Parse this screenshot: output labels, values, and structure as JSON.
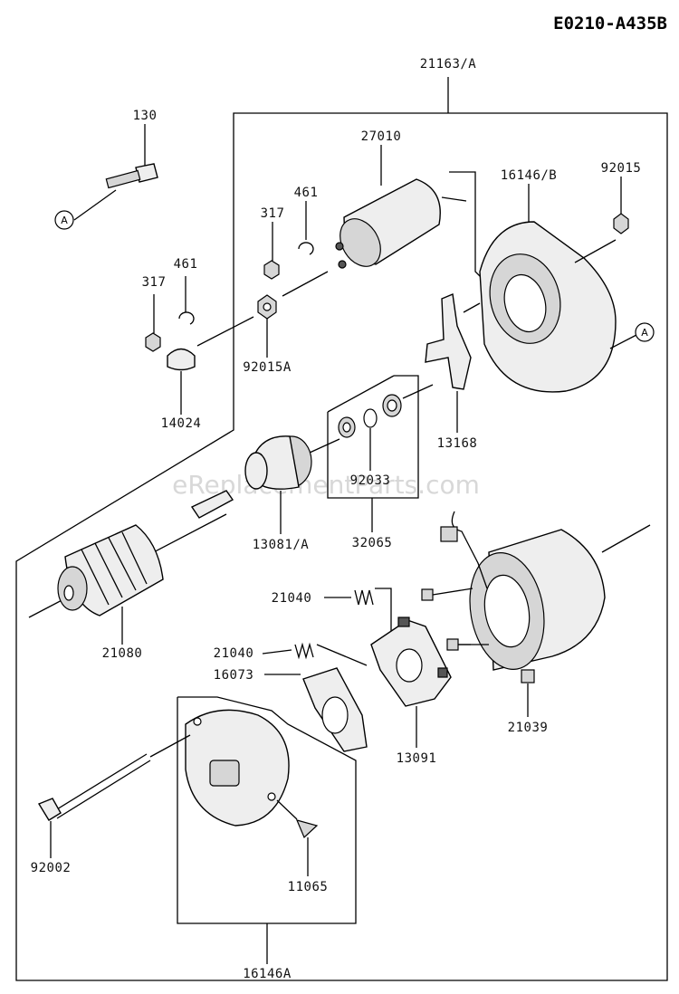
{
  "diagram_code": "E0210-A435B",
  "watermark": "eReplacementParts.com",
  "ref_marker": "A",
  "labels": {
    "p21163A": "21163/A",
    "p130": "130",
    "p27010": "27010",
    "p16146B": "16146/B",
    "p92015": "92015",
    "p461a": "461",
    "p317a": "317",
    "p461b": "461",
    "p317b": "317",
    "p92015A": "92015A",
    "p14024": "14024",
    "p13168": "13168",
    "p92033": "92033",
    "p32065": "32065",
    "p13081A": "13081/A",
    "p21080": "21080",
    "p21040a": "21040",
    "p21040b": "21040",
    "p16073": "16073",
    "p13091": "13091",
    "p21039": "21039",
    "p92002": "92002",
    "p11065": "11065",
    "p16146A": "16146A"
  }
}
